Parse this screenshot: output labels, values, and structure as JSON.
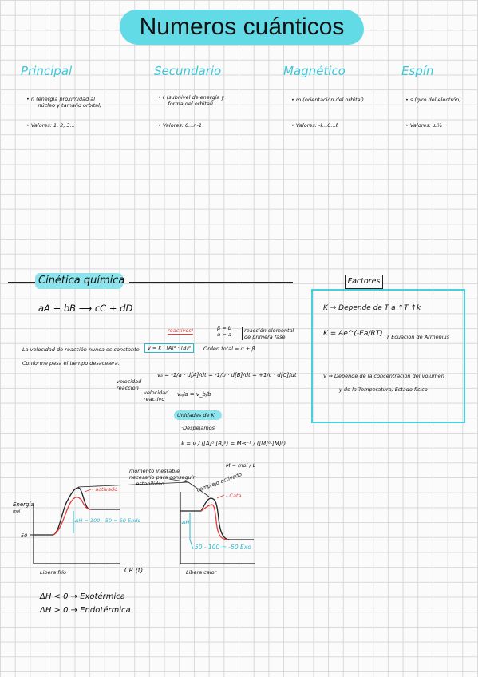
{
  "title": "Numeros cuánticos",
  "quantum": [
    {
      "heading": "Principal",
      "bullet1": "n (energía proximidad al",
      "bullet1b": "núcleo y tamaño orbital)",
      "bullet2": "Valores: 1, 2, 3..."
    },
    {
      "heading": "Secundario",
      "bullet1": "ℓ (subnivel de energía y",
      "bullet1b": "forma del orbital)",
      "bullet2": "Valores: 0...n-1"
    },
    {
      "heading": "Magnético",
      "bullet1": "m (orientación del orbital)",
      "bullet1b": "",
      "bullet2": "Valores: -ℓ...0...ℓ"
    },
    {
      "heading": "Espín",
      "bullet1": "s (giro del electrón)",
      "bullet1b": "",
      "bullet2": "Valores: ±½"
    }
  ],
  "kinetics": {
    "heading": "Cinética química",
    "reaction": "aA + bB ⟶ cC + dD",
    "reactivos_label": "reactivos!",
    "elemental_cond1": "β = b",
    "elemental_cond2": "α = a",
    "elemental_note1": "reacción elemental",
    "elemental_note2": "de primera fase.",
    "rate_law": "v = k · [A]ᵅ · [B]ᵝ",
    "orden_total": "Orden total = α + β",
    "desc1": "La velocidad de reacción nunca es constante.",
    "desc2": "Conforme pasa el tiempo desacelera.",
    "vel_reaccion": "velocidad reacción",
    "vel_reactivo": "velocidad reactivo",
    "rate_eq": "vₐ = -1/a · d[A]/dt = -1/b · d[B]/dt = +1/c · d[C]/dt",
    "rate_eq2": "vₐ/a = v_b/b",
    "unidades_title": "Unidades de K",
    "despejamos": "·Despejamos",
    "k_eq": "k = v / ([A]ᵅ·[B]ᵝ) = M·s⁻¹ / ([M]ᵅ·[M]ᵝ)",
    "molarity": "M = mol / L"
  },
  "factors": {
    "label": "Factores",
    "line1": "K ⇒ Depende de T  a ↑T ↑k",
    "line2": "K = Ae^(-Ea/RT)",
    "line2_note": "Ecuación de Arrhenius",
    "line3a": "V ⇒ Depende de la concentración del volumen",
    "line3b": "y de la Temperatura, Estado físico"
  },
  "graphs": {
    "momento1": "momento inestable",
    "momento2": "necesario para conseguir",
    "momento3": "estabilidad.",
    "complejo": "complejo activado",
    "activado_label": "- activado",
    "cata_label": "- Cata",
    "energia_label": "Energía",
    "energia_sub": "mol",
    "y50": "50",
    "dH1": "ΔH = 100 - 50 = 50 Endo",
    "dH2": "50 - 100 = -50 Exo",
    "dH_axis": "ΔH",
    "cr_label": "CR (t)",
    "libera_frio": "Libera frío",
    "libera_calor": "Libera calor"
  },
  "thermo": {
    "line1": "ΔH < 0 → Exotérmica",
    "line2": "ΔH > 0 → Endotérmica"
  },
  "colors": {
    "accent": "#3fc7d9",
    "highlight": "#63dbe6",
    "red": "#e23b3b"
  }
}
